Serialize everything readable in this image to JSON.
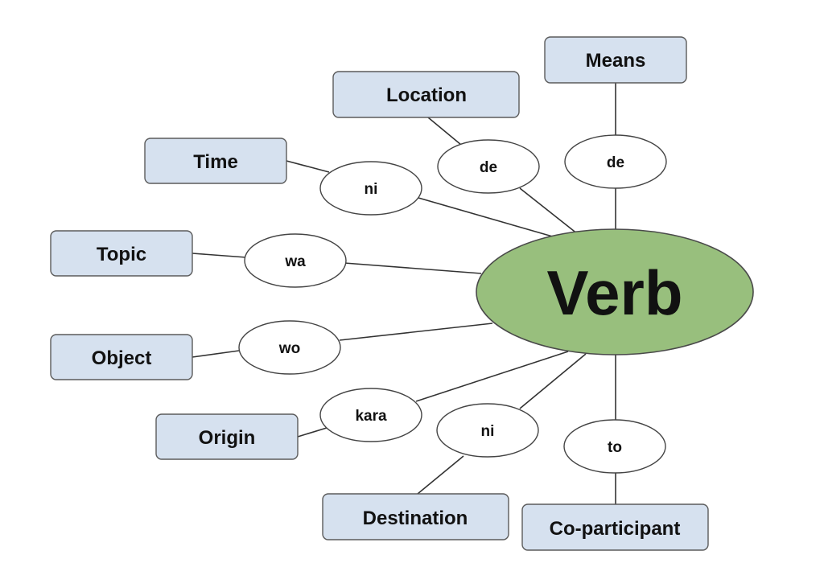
{
  "center": {
    "label": "Verb",
    "fill": "#98bf7d"
  },
  "roles": {
    "means": {
      "label": "Means",
      "particle": "de"
    },
    "location": {
      "label": "Location",
      "particle": "de"
    },
    "time": {
      "label": "Time",
      "particle": "ni"
    },
    "topic": {
      "label": "Topic",
      "particle": "wa"
    },
    "object": {
      "label": "Object",
      "particle": "wo"
    },
    "origin": {
      "label": "Origin",
      "particle": "kara"
    },
    "destination": {
      "label": "Destination",
      "particle": "ni"
    },
    "coparticipant": {
      "label": "Co-participant",
      "particle": "to"
    }
  }
}
